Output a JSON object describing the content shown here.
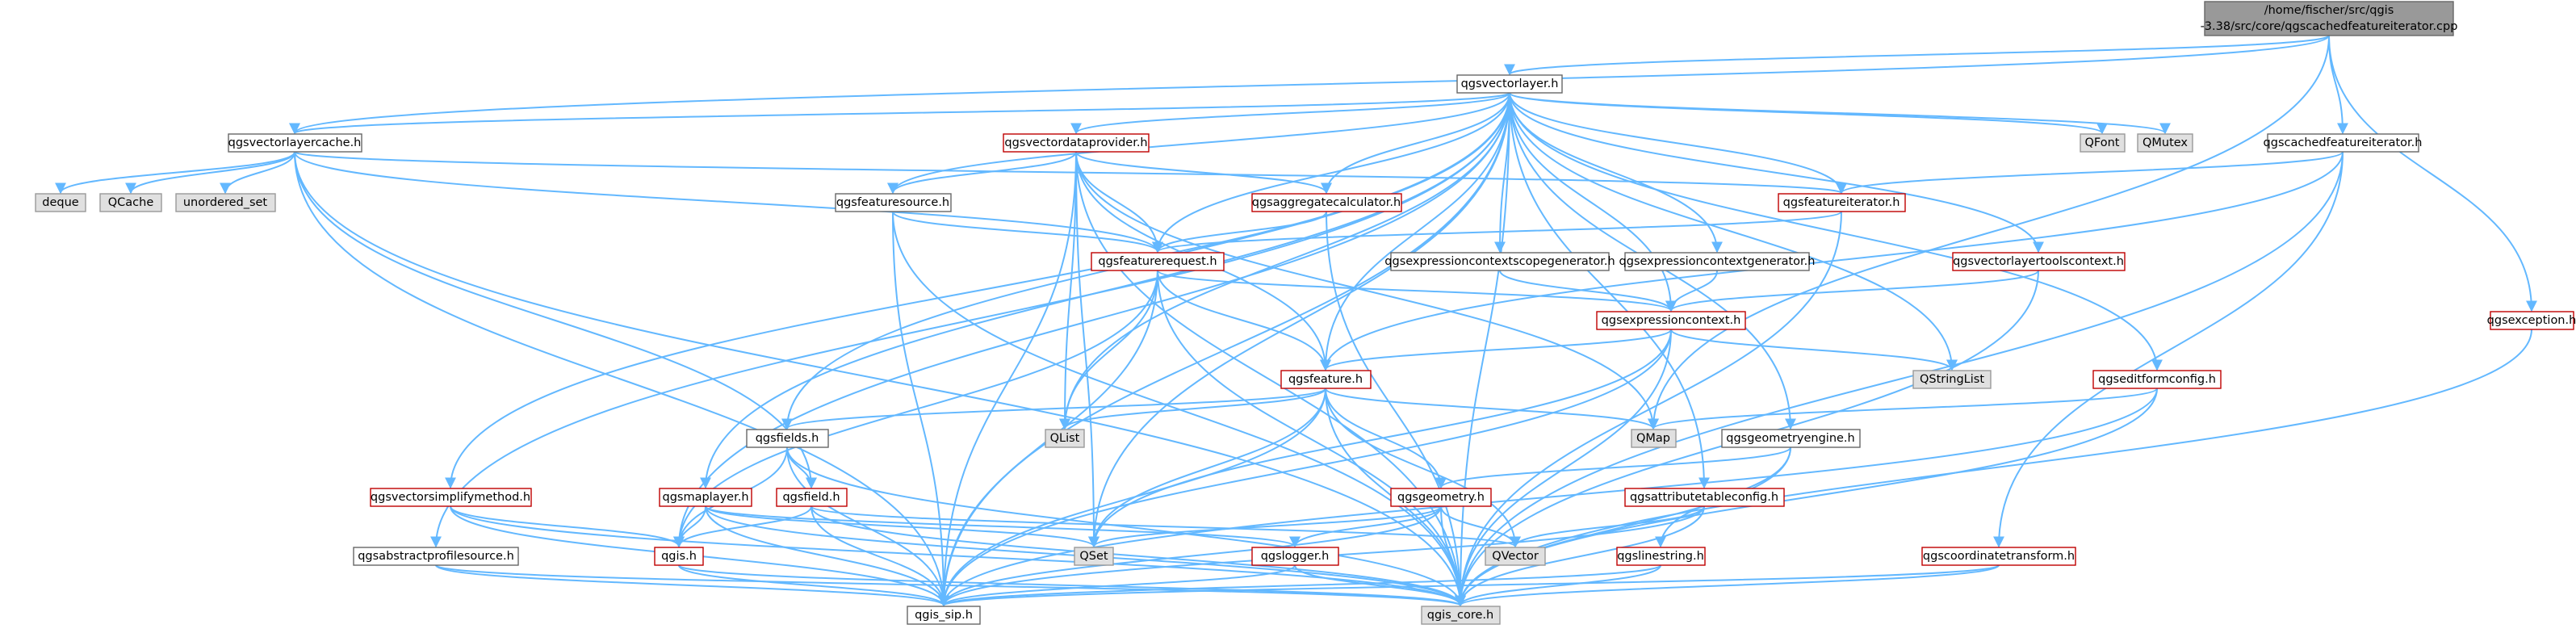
{
  "nodes": {
    "root_l1": "/home/fischer/src/qgis",
    "root_l2": "-3.38/src/core/qgscachedfeatureiterator.cpp",
    "vectorlayer": "qgsvectorlayer.h",
    "vectorlayercache": "qgsvectorlayercache.h",
    "vectordataprovider": "qgsvectordataprovider.h",
    "cachedfeatureiterator": "qgscachedfeatureiterator.h",
    "exception": "qgsexception.h",
    "deque": "deque",
    "qcache": "QCache",
    "unordered_set": "unordered_set",
    "featuresource": "qgsfeaturesource.h",
    "aggregatecalculator": "qgsaggregatecalculator.h",
    "featureiterator": "qgsfeatureiterator.h",
    "qfont": "QFont",
    "qmutex": "QMutex",
    "featurerequest": "qgsfeaturerequest.h",
    "exprctxscopegen": "qgsexpressioncontextscopegenerator.h",
    "exprctxgen": "qgsexpressioncontextgenerator.h",
    "vectorlayertoolscontext": "qgsvectorlayertoolscontext.h",
    "expressioncontext": "qgsexpressioncontext.h",
    "qstringlist": "QStringList",
    "feature": "qgsfeature.h",
    "editformconfig": "qgseditformconfig.h",
    "fields": "qgsfields.h",
    "qlist": "QList",
    "qmap": "QMap",
    "geometryengine": "qgsgeometryengine.h",
    "vectorsimplifymethod": "qgsvectorsimplifymethod.h",
    "maplayer": "qgsmaplayer.h",
    "field": "qgsfield.h",
    "geometry": "qgsgeometry.h",
    "attributetableconfig": "qgsattributetableconfig.h",
    "qgis": "qgis.h",
    "qset": "QSet",
    "logger": "qgslogger.h",
    "qvector": "QVector",
    "abstractprofilesource": "qgsabstractprofilesource.h",
    "linestring": "qgslinestring.h",
    "coordinatetransform": "qgscoordinatetransform.h",
    "qgis_sip": "qgis_sip.h",
    "qgis_core": "qgis_core.h"
  },
  "colors": {
    "edge": "#63b8ff",
    "documented_border": "#666666",
    "undocumented_border": "#bf0000",
    "external_fill": "#e0e0e0",
    "root_fill": "#999999"
  }
}
